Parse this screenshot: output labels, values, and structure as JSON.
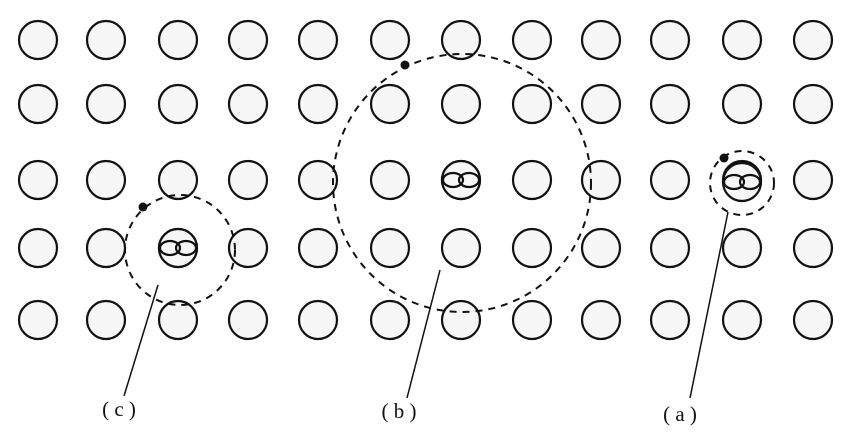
{
  "labels": {
    "a": "( a )",
    "b": "( b )",
    "c": "( c )"
  },
  "colors": {
    "ink": "#111111",
    "atom_fill": "#f7f7f7",
    "background": "#ffffff"
  }
}
